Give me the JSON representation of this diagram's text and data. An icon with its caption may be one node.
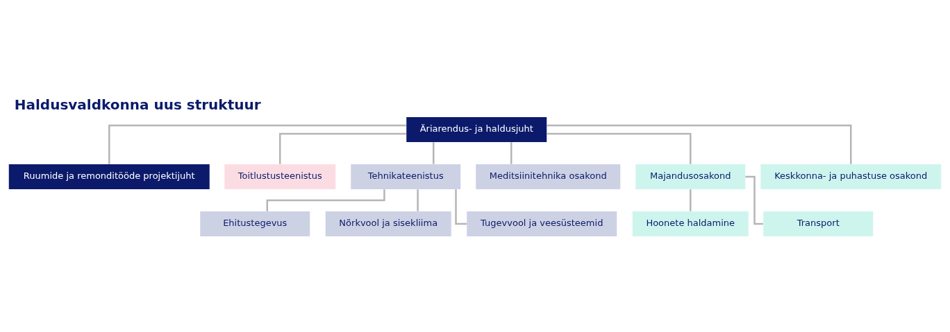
{
  "diagram": {
    "title": "Haldusvaldkonna uus struktuur",
    "nodes": [
      {
        "text": [
          "Äriarendus- ja haldusjuht"
        ]
      },
      {
        "text": [
          "Ruumide ja remonditööde projektijuht"
        ]
      },
      {
        "text": [
          "Toitlustusteenistus"
        ]
      },
      {
        "text": [
          "Tehnikateenistus"
        ]
      },
      {
        "text": [
          "Meditsiinitehnika osakond"
        ]
      },
      {
        "text": [
          "Majandusosakond"
        ]
      },
      {
        "text": [
          "Keskkonna- ja puhastuse osakond"
        ]
      },
      {
        "text": [
          "Ehitustegevus"
        ]
      },
      {
        "text": [
          "Nõrkvool ja sisekliima"
        ]
      },
      {
        "text": [
          "Tugevvool ja veesüsteemid"
        ]
      },
      {
        "text": [
          "Hoonete haldamine"
        ]
      },
      {
        "text": [
          "Transport"
        ]
      }
    ],
    "edges": [
      {
        "from": 0,
        "to": 1,
        "arrow": "none"
      },
      {
        "from": 0,
        "to": 2,
        "arrow": "none"
      },
      {
        "from": 0,
        "to": 3,
        "arrow": "none"
      },
      {
        "from": 0,
        "to": 4,
        "arrow": "none"
      },
      {
        "from": 0,
        "to": 5,
        "arrow": "none"
      },
      {
        "from": 0,
        "to": 6,
        "arrow": "none"
      },
      {
        "from": 3,
        "to": 7,
        "arrow": "none"
      },
      {
        "from": 3,
        "to": 8,
        "arrow": "none"
      },
      {
        "from": 3,
        "to": 9,
        "arrow": "none"
      },
      {
        "from": 5,
        "to": 10,
        "arrow": "none"
      },
      {
        "from": 5,
        "to": 11,
        "arrow": "none"
      }
    ]
  }
}
